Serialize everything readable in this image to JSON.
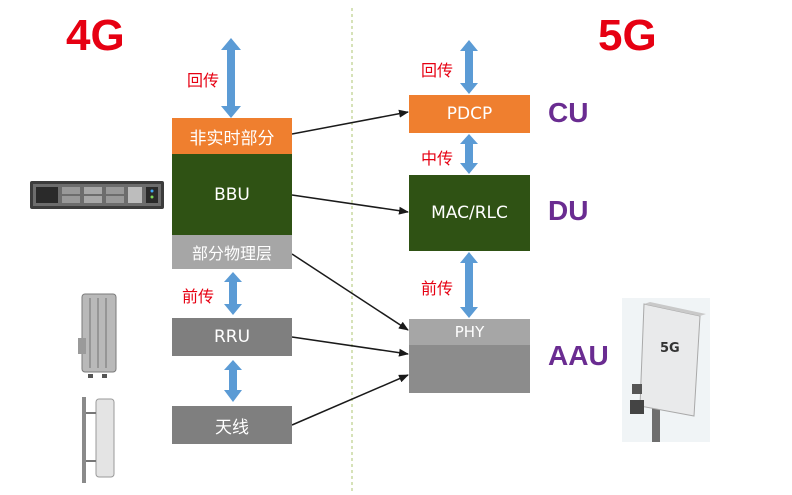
{
  "headings": {
    "left": "4G",
    "right": "5G"
  },
  "left_column": {
    "backhaul_label": "回传",
    "non_realtime": "非实时部分",
    "bbu": "BBU",
    "partial_phy": "部分物理层",
    "fronthaul_label": "前传",
    "rru": "RRU",
    "antenna": "天线"
  },
  "right_column": {
    "backhaul_label": "回传",
    "pdcp": "PDCP",
    "midhaul_label": "中传",
    "mac_rlc": "MAC/RLC",
    "fronthaul_label": "前传",
    "phy": "PHY"
  },
  "side_labels": {
    "cu": "CU",
    "du": "DU",
    "aau": "AAU"
  },
  "device_labels": {
    "aau_badge": "5G"
  },
  "colors": {
    "heading_red": "#e60012",
    "label_red": "#e60012",
    "side_purple": "#6a2c91",
    "orange": "#ef7f2f",
    "green": "#2f5214",
    "arrow_blue": "#5b9bd5",
    "divider": "#c9d9a0"
  }
}
